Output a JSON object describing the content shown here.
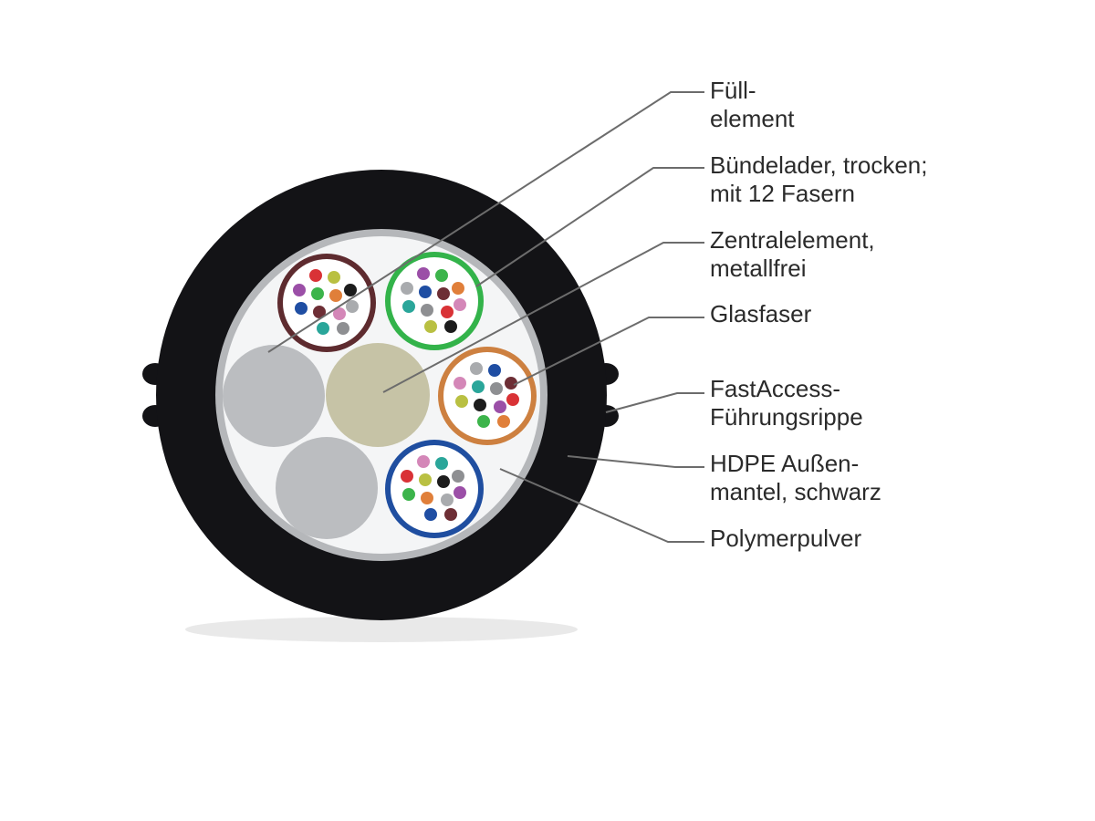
{
  "diagram": {
    "labels": [
      {
        "id": "fuellelement",
        "lines": [
          "Füll-",
          "element"
        ]
      },
      {
        "id": "buendelader",
        "lines": [
          "Bündelader, trocken;",
          "mit 12 Fasern"
        ]
      },
      {
        "id": "zentralelement",
        "lines": [
          "Zentralelement,",
          "metallfrei"
        ]
      },
      {
        "id": "glasfaser",
        "lines": [
          "Glasfaser"
        ]
      },
      {
        "id": "fastaccess",
        "lines": [
          "FastAccess-",
          "Führungsrippe"
        ]
      },
      {
        "id": "hdpe",
        "lines": [
          "HDPE Außen-",
          "mantel, schwarz"
        ]
      },
      {
        "id": "polymerpulver",
        "lines": [
          "Polymerpulver"
        ]
      }
    ],
    "colors": {
      "jacket": "#131316",
      "inner_ring": "#b5b7ba",
      "core_fill": "#f4f5f6",
      "filler": "#bbbdc0",
      "central_member": "#c6c3a6",
      "leader_line": "#6c6c6c",
      "tube_brown": "#5e2b2f",
      "tube_green": "#33b34a",
      "tube_orange": "#cd8040",
      "tube_blue": "#1f4ea0"
    },
    "fiber_colors": [
      "#d93236",
      "#b9c042",
      "#1c1c1c",
      "#9b4fa7",
      "#3cb44b",
      "#e07f3a",
      "#a9abae",
      "#1f4ea3",
      "#6d2e35",
      "#d487b8",
      "#2aa69a",
      "#8e8f92"
    ]
  }
}
